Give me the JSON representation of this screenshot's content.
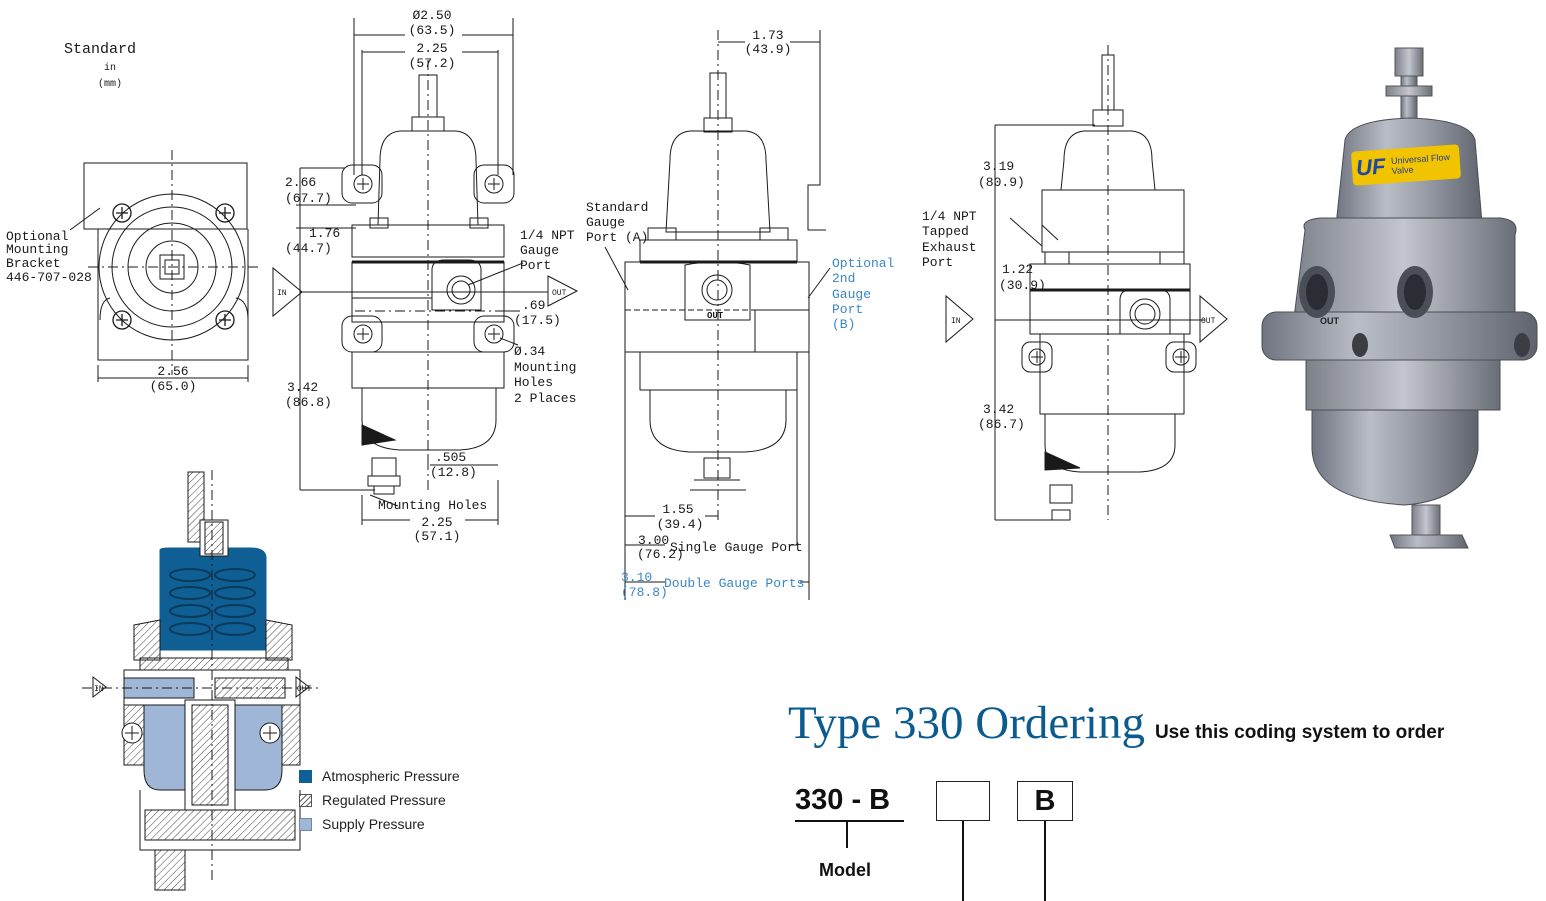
{
  "standard_note": {
    "title": "Standard",
    "unit1": "in",
    "unit2": "(mm)"
  },
  "left_view": {
    "bracket_label": [
      "Optional",
      "Mounting",
      "Bracket",
      "446-707-028"
    ],
    "width_in": "2.56",
    "width_mm": "(65.0)"
  },
  "front_view": {
    "dia_in": "Ø2.50",
    "dia_mm": "(63.5)",
    "span_in": "2.25",
    "span_mm": "(57.2)",
    "h1_in": "2.66",
    "h1_mm": "(67.7)",
    "h2_in": "1.76",
    "h2_mm": "(44.7)",
    "h3_in": "3.42",
    "h3_mm": "(86.8)",
    "port_label": [
      "1/4 NPT",
      "Gauge",
      "Port"
    ],
    "off_in": ".69",
    "off_mm": "(17.5)",
    "holes_label": [
      "Ø.34",
      "Mounting",
      "Holes",
      "2 Places"
    ],
    "off2_in": ".505",
    "off2_mm": "(12.8)",
    "mount_holes": "Mounting Holes",
    "bottom_in": "2.25",
    "bottom_mm": "(57.1)",
    "in_label": "IN",
    "out_label": "OUT"
  },
  "side_view": {
    "top_in": "1.73",
    "top_mm": "(43.9)",
    "std_gauge": [
      "Standard",
      "Gauge",
      "Port (A)"
    ],
    "opt_gauge": [
      "Optional",
      "2nd",
      "Gauge",
      "Port",
      "(B)"
    ],
    "d1_in": "1.55",
    "d1_mm": "(39.4)",
    "d2_in": "3.00",
    "d2_mm": "(76.2)",
    "d2_label": "Single Gauge Port",
    "d3_in": "3.10",
    "d3_mm": "(78.8)",
    "d3_label": "Double Gauge Ports",
    "out_label": "OUT"
  },
  "right_view": {
    "h1_in": "3.19",
    "h1_mm": "(80.9)",
    "exhaust": [
      "1/4 NPT",
      "Tapped",
      "Exhaust",
      "Port"
    ],
    "h2_in": "1.22",
    "h2_mm": "(30.9)",
    "h3_in": "3.42",
    "h3_mm": "(86.7)",
    "in_label": "IN",
    "out_label": "OUT"
  },
  "photo": {
    "badge_text": "Universal Flow Valve",
    "badge_logo": "UF",
    "out_mark": "OUT"
  },
  "legend": [
    {
      "label": "Atmospheric Pressure",
      "swatch": "atmospheric"
    },
    {
      "label": "Regulated Pressure",
      "swatch": "regulated"
    },
    {
      "label": "Supply Pressure",
      "swatch": "supply"
    }
  ],
  "section_view": {
    "in_label": "IN",
    "out_label": "OUT"
  },
  "ordering": {
    "title": "Type 330 Ordering",
    "subtitle": "Use this coding system to order",
    "model_code": "330 - B",
    "box1": "",
    "box2": "B",
    "model_label": "Model"
  },
  "colors": {
    "atmospheric": "#0f5f95",
    "supply": "#9fb6d6",
    "title_blue": "#0c5b8f",
    "note_blue": "#3a86c8",
    "badge_yellow": "#f2c400"
  }
}
